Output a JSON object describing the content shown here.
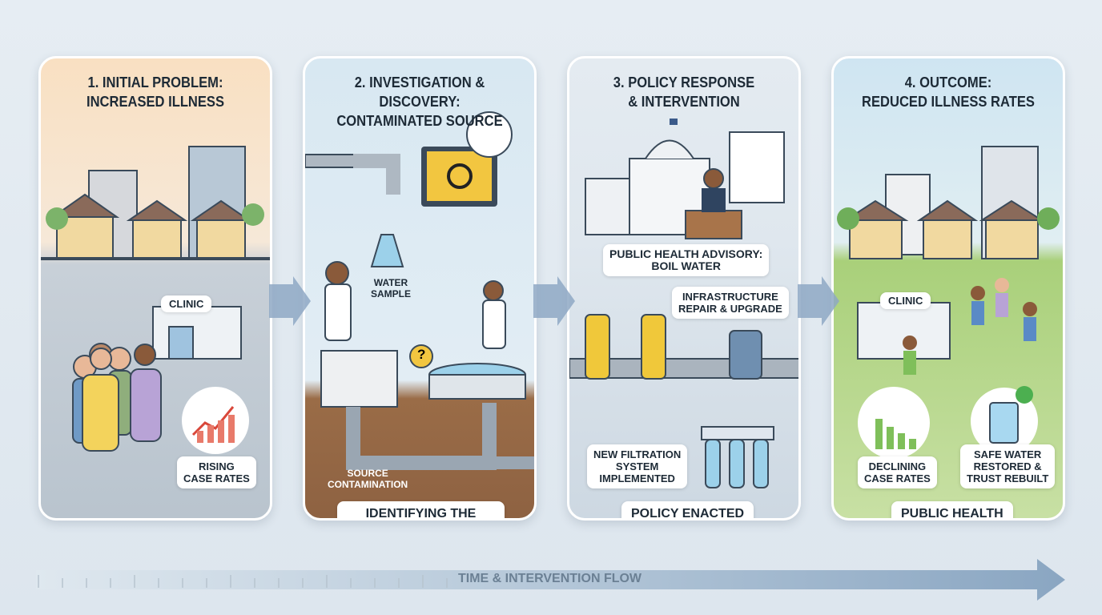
{
  "panels": [
    {
      "title": "1. INITIAL PROBLEM:\nINCREASED ILLNESS",
      "clinic": "CLINIC",
      "callout": "RISING\nCASE RATES"
    },
    {
      "title": "2. INVESTIGATION & DISCOVERY:\nCONTAMINATED SOURCE",
      "sample": "WATER\nSAMPLE",
      "source": "SOURCE\nCONTAMINATION",
      "caption": "IDENTIFYING THE\nPATHOGEN & PATHWAY",
      "question": "?"
    },
    {
      "title": "3. POLICY RESPONSE\n& INTERVENTION",
      "advisory": "PUBLIC HEALTH ADVISORY:\nBOIL WATER",
      "repair": "INFRASTRUCTURE\nREPAIR & UPGRADE",
      "filtration": "NEW FILTRATION\nSYSTEM\nIMPLEMENTED",
      "caption": "POLICY ENACTED\n& ACTION TAKEN"
    },
    {
      "title": "4. OUTCOME:\nREDUCED ILLNESS RATES",
      "clinic": "CLINIC",
      "declining": "DECLINING\nCASE RATES",
      "safe": "SAFE WATER\nRESTORED &\nTRUST REBUILT",
      "caption": "PUBLIC HEALTH\nIMPROVED"
    }
  ],
  "flow_label": "TIME & INTERVENTION FLOW",
  "colors": {
    "panel1_top": "#f8dcc0",
    "panel2": "#d8e8f2",
    "panel3": "#dce6ee",
    "panel4_grass": "#a9d07a",
    "arrow": "#7f9cbc",
    "soil": "#9a6c47"
  }
}
